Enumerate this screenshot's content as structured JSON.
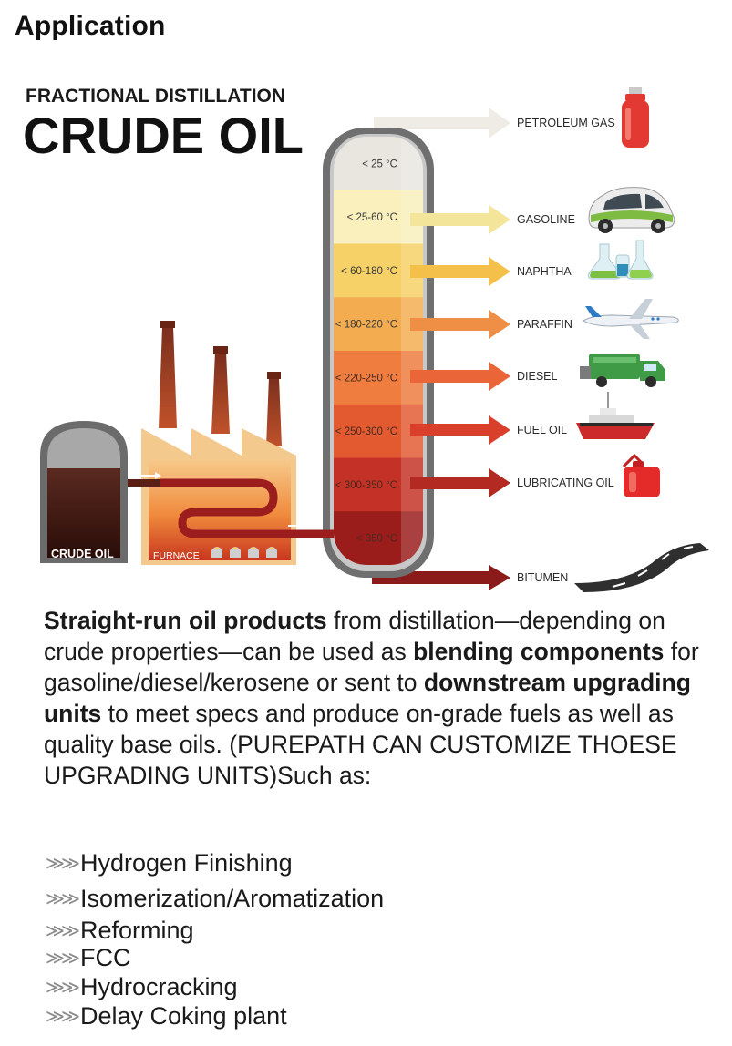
{
  "page": {
    "heading": "Application"
  },
  "diagram": {
    "title_line1": "FRACTIONAL DISTILLATION",
    "title_line2": "CRUDE OIL",
    "tank_label": "CRUDE OIL",
    "furnace_label": "FURNACE",
    "fractions": [
      {
        "temp": "< 25 °C",
        "product": "PETROLEUM GAS",
        "color": "#e8e6df",
        "arrow": "#e9e7dc"
      },
      {
        "temp": "< 25-60 °C",
        "product": "GASOLINE",
        "color": "#f9f0bd",
        "arrow": "#f3e59a"
      },
      {
        "temp": "< 60-180 °C",
        "product": "NAPHTHA",
        "color": "#f6d167",
        "arrow": "#f4c04a"
      },
      {
        "temp": "< 180-220 °C",
        "product": "PARAFFIN",
        "color": "#f3ad50",
        "arrow": "#ef8f45"
      },
      {
        "temp": "< 220-250 °C",
        "product": "DIESEL",
        "color": "#ee7d3f",
        "arrow": "#ea6537"
      },
      {
        "temp": "< 250-300 °C",
        "product": "FUEL OIL",
        "color": "#e35a31",
        "arrow": "#d9402c"
      },
      {
        "temp": "< 300-350 °C",
        "product": "LUBRICATING OIL",
        "color": "#c43126",
        "arrow": "#b32a22"
      },
      {
        "temp": "< 350 °C",
        "product": "BITUMEN",
        "color": "#9a1d1c",
        "arrow": "#8b1a1a"
      }
    ]
  },
  "description": {
    "p1_bold": "Straight-run oil products",
    "p2": " from distillation—depending on crude properties—can be used as ",
    "p3_bold": "blending components",
    "p4": " for gasoline/diesel/kerosene or sent to ",
    "p5_bold": "downstream upgrading units",
    "p6": " to meet specs and produce on-grade fuels as well as quality base oils. (PUREPATH CAN CUSTOMIZE THOESE UPGRADING UNITS)Such as:"
  },
  "units": [
    "Hydrogen Finishing",
    "Isomerization/Aromatization",
    "Reforming",
    "FCC",
    "Hydrocracking",
    "Delay Coking plant"
  ]
}
